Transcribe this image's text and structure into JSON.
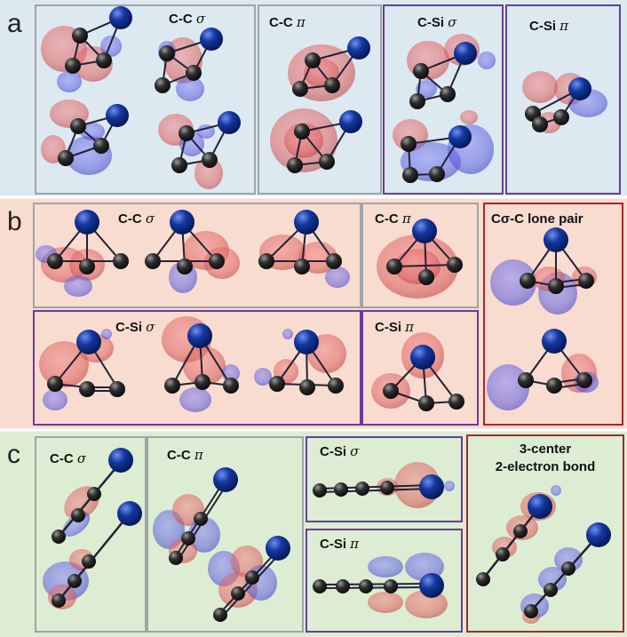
{
  "colors": {
    "panel_a_bg": "#dce9f0",
    "panel_b_bg": "#f8dcd0",
    "panel_c_bg": "#dcedd3",
    "box_gray": "#a0a4a8",
    "box_purple": "#6a3d9a",
    "box_red": "#b0242a",
    "orbital_pos": "#e86b6b",
    "orbital_neg": "#6a6ae0",
    "atom_si": "#0c2d8c",
    "atom_c": "#2b2b2b"
  },
  "panels": [
    {
      "letter": "a",
      "bg": "#dce9f0",
      "boxes": [
        {
          "label": "C-C",
          "sym": "σ",
          "border": "gray"
        },
        {
          "label": "C-C",
          "sym": "π",
          "border": "gray"
        },
        {
          "label": "C-Si",
          "sym": "σ",
          "border": "purple"
        },
        {
          "label": "C-Si",
          "sym": "π",
          "border": "purple"
        }
      ]
    },
    {
      "letter": "b",
      "bg": "#f8dcd0",
      "boxes": [
        {
          "label": "C-C",
          "sym": "σ",
          "border": "gray"
        },
        {
          "label": "C-C",
          "sym": "π",
          "border": "gray"
        },
        {
          "label": "C-Si",
          "sym": "σ",
          "border": "purple"
        },
        {
          "label": "C-Si",
          "sym": "π",
          "border": "purple"
        },
        {
          "label": "Cσ-C lone pair",
          "sym": "",
          "border": "red"
        }
      ]
    },
    {
      "letter": "c",
      "bg": "#dcedd3",
      "boxes": [
        {
          "label": "C-C",
          "sym": "σ",
          "border": "gray"
        },
        {
          "label": "C-C",
          "sym": "π",
          "border": "gray"
        },
        {
          "label": "C-Si",
          "sym": "σ",
          "border": "purple"
        },
        {
          "label": "C-Si",
          "sym": "π",
          "border": "purple"
        },
        {
          "label": "3-center",
          "label2": "2-electron bond",
          "sym": "",
          "border": "red"
        }
      ]
    }
  ]
}
